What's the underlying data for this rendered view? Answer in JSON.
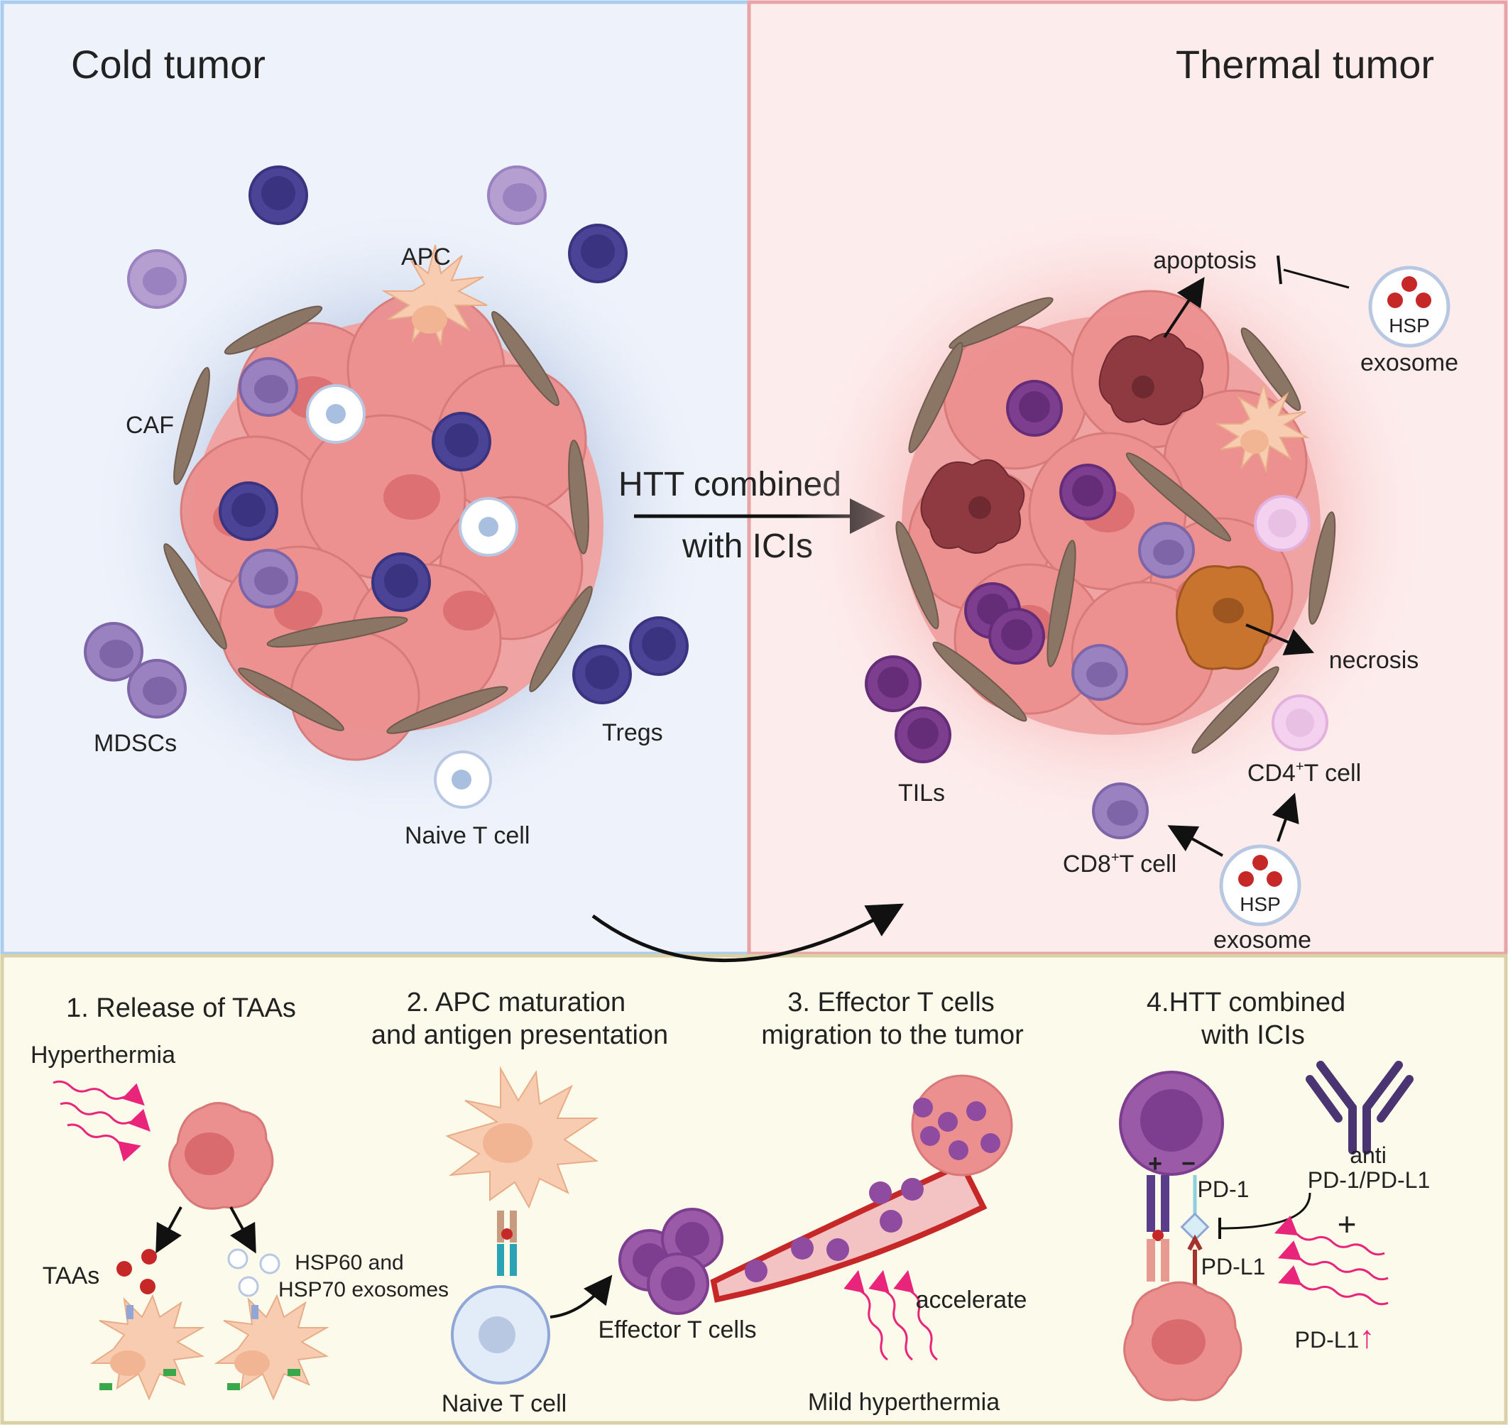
{
  "colors": {
    "cold_bg": "#edf2fb",
    "cold_border": "#a9cdee",
    "thermal_bg": "#fdecec",
    "thermal_border": "#e8a3a6",
    "bottom_bg": "#fcfaea",
    "bottom_border": "#d9d0a5",
    "cold_title": "#3a63a8",
    "thermal_title": "#c0504d",
    "arrow": "#111111",
    "tumor_cell": "#ec8f8f",
    "caf": "#8b7565",
    "treg": "#4b4396",
    "mdsc": "#9a82c0",
    "til": "#7d3e8f",
    "heat_wave": "#e8257a"
  },
  "panels": {
    "cold": {
      "title": "Cold tumor",
      "labels": {
        "apc": "APC",
        "caf": "CAF",
        "mdscs": "MDSCs",
        "tregs": "Tregs",
        "naive_t": "Naive T cell"
      }
    },
    "center": {
      "line1": "HTT combined",
      "line2": "with  ICIs"
    },
    "thermal": {
      "title": "Thermal tumor",
      "labels": {
        "apoptosis": "apoptosis",
        "hsp_top": "HSP",
        "exosome_top": "exosome",
        "necrosis": "necrosis",
        "tils": "TILs",
        "cd8_pre": "CD8",
        "cd8_sup": "+",
        "cd8_post": "T cell",
        "cd4_pre": "CD4",
        "cd4_sup": "+",
        "cd4_post": "T cell",
        "hsp_bottom": "HSP",
        "exosome_bottom": "exosome"
      }
    }
  },
  "steps": {
    "s1": {
      "title": "1. Release of TAAs",
      "hyperthermia": "Hyperthermia",
      "taas": "TAAs",
      "hsp_line1": "HSP60 and",
      "hsp_line2": "HSP70 exosomes"
    },
    "s2": {
      "title_line1": "2. APC maturation",
      "title_line2": "and antigen presentation",
      "naive_t": "Naive T cell"
    },
    "s3": {
      "title_line1": "3. Effector T cells",
      "title_line2": "migration to the tumor",
      "effector": "Effector T cells",
      "accelerate": "accelerate",
      "mild": "Mild hyperthermia"
    },
    "s4": {
      "title_line1": "4.HTT combined",
      "title_line2": "with ICIs",
      "pd1": "PD-1",
      "anti_line1": "anti",
      "anti_line2": "PD-1/PD-L1",
      "plus": "+",
      "pdl1": "PD-L1",
      "pdl1_up": "PD-L1",
      "up_arrow": "↑",
      "plus_sign": "+",
      "minus_sign": "−"
    }
  }
}
